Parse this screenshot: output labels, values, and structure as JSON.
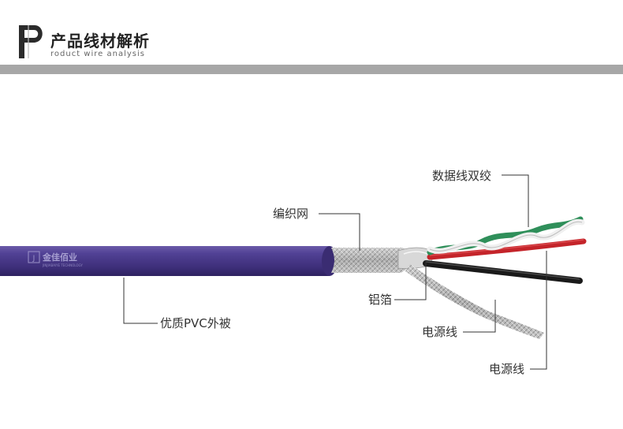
{
  "header": {
    "title_cn": "产品线材解析",
    "title_en": "roduct wire analysis"
  },
  "cable": {
    "brand_text": "金佳佰业",
    "brand_sub": "JINJIABAIYE TECHNOLOGY"
  },
  "callouts": {
    "data_pair": "数据线双绞",
    "braid": "编织网",
    "foil": "铝箔",
    "power_line_1": "电源线",
    "power_line_2": "电源线",
    "jacket": "优质PVC外被"
  },
  "colors": {
    "jacket": "#4b3b86",
    "divider": "#a7a7a7",
    "wire_red": "#c4242a",
    "wire_green": "#2f8f5a",
    "wire_black": "#1a1a1a"
  }
}
